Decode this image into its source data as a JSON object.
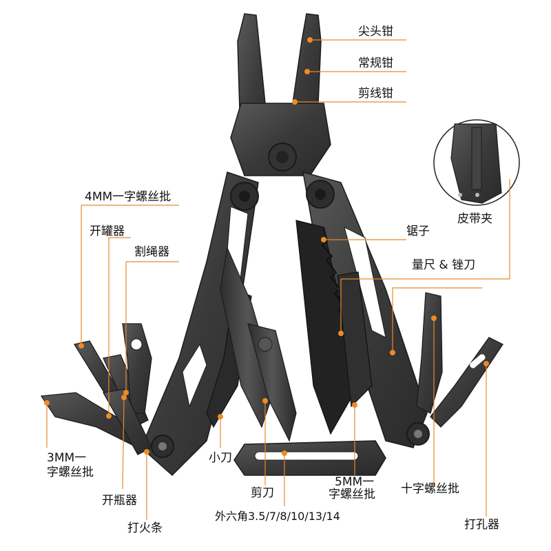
{
  "colors": {
    "leader_line": "#e8892c",
    "dot": "#f08a24",
    "steel_dark": "#2b2b2b",
    "steel_mid": "#4a4a4a",
    "steel_light": "#6e6e6e",
    "background": "#ffffff",
    "text": "#111111"
  },
  "labels": {
    "needle_nose_pliers": "尖头钳",
    "regular_pliers": "常规钳",
    "wire_cutter": "剪线钳",
    "belt_clip": "皮带夹",
    "saw": "锯子",
    "ruler_file": "量尺 & 锉刀",
    "flathead_4mm": "4MM一字螺丝批",
    "can_opener": "开罐器",
    "rope_cutter": "割绳器",
    "flathead_3mm_line1": "3MM一",
    "flathead_3mm_line2": "字螺丝批",
    "bottle_opener": "开瓶器",
    "fire_striker": "打火条",
    "knife": "小刀",
    "scissors": "剪刀",
    "hex_wrench": "外六角3.5/7/8/10/13/14",
    "flathead_5mm_line1": "5MM一",
    "flathead_5mm_line2": "字螺丝批",
    "phillips": "十字螺丝批",
    "awl": "打孔器"
  }
}
